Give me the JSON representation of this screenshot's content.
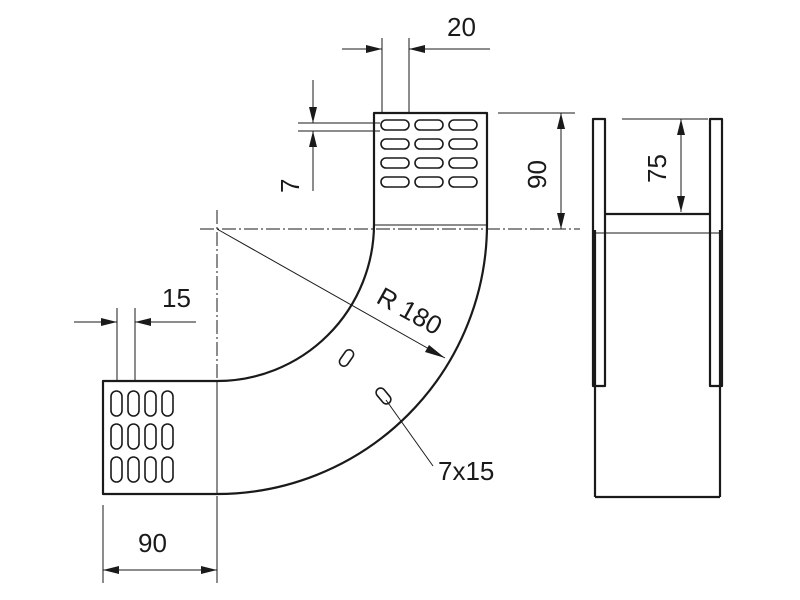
{
  "drawing": {
    "colors": {
      "line": "#1a1a1a",
      "background": "#ffffff"
    },
    "dimensions": {
      "top_slot_spacing": "20",
      "top_slot_width": "7",
      "top_width": "90",
      "side_height": "75",
      "bend_radius": "R 180",
      "left_slot_spacing": "15",
      "slot_size": "7x15",
      "bottom_width": "90"
    }
  }
}
